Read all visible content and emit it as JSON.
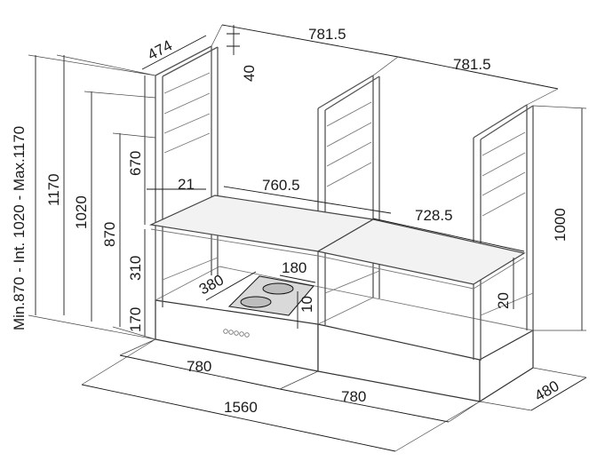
{
  "dimensions": {
    "top_depth": "474",
    "frame_top": "40",
    "top_width_left": "781.5",
    "top_width_right": "781.5",
    "height_range": "Min.870 - Int. 1020 - Max.1170",
    "height_max": "1170",
    "height_int": "1020",
    "height_min": "870",
    "upper_section": "670",
    "shelf_offset": "21",
    "shelf_width_left": "760.5",
    "shelf_width_right": "728.5",
    "lower_section": "310",
    "hob_depth": "380",
    "hob_width": "180",
    "hob_height": "10",
    "base_height": "170",
    "frame_height_right": "1000",
    "frame_base_right": "20",
    "unit_width_left": "780",
    "unit_width_right": "780",
    "total_width": "1560",
    "unit_depth": "480"
  }
}
